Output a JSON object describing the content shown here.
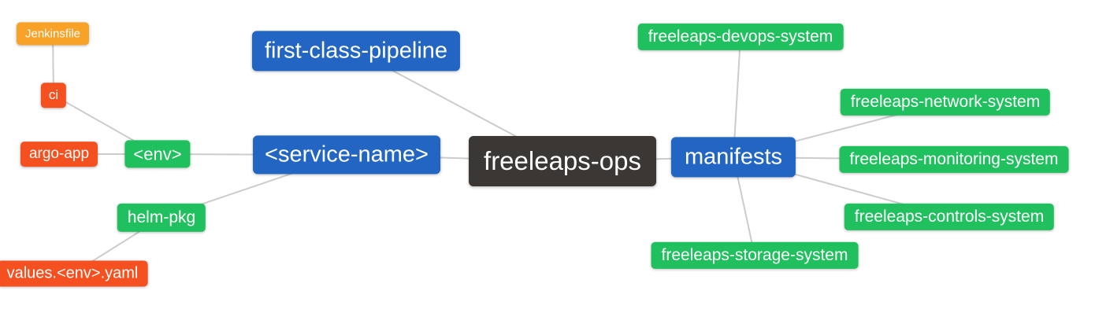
{
  "diagram": {
    "type": "mindmap",
    "root_label": "freeleaps-ops",
    "background": "#ffffff",
    "edge_color": "#cccccc",
    "palette": {
      "root": "#3a3734",
      "primary_branch": "#2365c2",
      "secondary_branch": "#21c05e",
      "leaf_orange": "#f8a327",
      "leaf_red": "#f5501f",
      "text": "#ffffff"
    },
    "nodes": [
      {
        "id": "jenkinsfile",
        "label": "Jenkinsfile",
        "color": "#f8a327"
      },
      {
        "id": "ci",
        "label": "ci",
        "color": "#f5501f"
      },
      {
        "id": "argo-app",
        "label": "argo-app",
        "color": "#f5501f"
      },
      {
        "id": "env",
        "label": "<env>",
        "color": "#21c05e"
      },
      {
        "id": "service-name",
        "label": "<service-name>",
        "color": "#2365c2"
      },
      {
        "id": "helm-pkg",
        "label": "helm-pkg",
        "color": "#21c05e"
      },
      {
        "id": "values-env-yaml",
        "label": "values.<env>.yaml",
        "color": "#f5501f"
      },
      {
        "id": "first-class-pipeline",
        "label": "first-class-pipeline",
        "color": "#2365c2"
      },
      {
        "id": "freeleaps-ops",
        "label": "freeleaps-ops",
        "color": "#3a3734"
      },
      {
        "id": "manifests",
        "label": "manifests",
        "color": "#2365c2"
      },
      {
        "id": "freeleaps-devops-system",
        "label": "freeleaps-devops-system",
        "color": "#21c05e"
      },
      {
        "id": "freeleaps-network-system",
        "label": "freeleaps-network-system",
        "color": "#21c05e"
      },
      {
        "id": "freeleaps-monitoring-system",
        "label": "freeleaps-monitoring-system",
        "color": "#21c05e"
      },
      {
        "id": "freeleaps-controls-system",
        "label": "freeleaps-controls-system",
        "color": "#21c05e"
      },
      {
        "id": "freeleaps-storage-system",
        "label": "freeleaps-storage-system",
        "color": "#21c05e"
      }
    ],
    "edges": [
      {
        "from": "jenkinsfile",
        "to": "ci"
      },
      {
        "from": "ci",
        "to": "env"
      },
      {
        "from": "argo-app",
        "to": "env"
      },
      {
        "from": "env",
        "to": "service-name"
      },
      {
        "from": "helm-pkg",
        "to": "service-name"
      },
      {
        "from": "values-env-yaml",
        "to": "helm-pkg"
      },
      {
        "from": "service-name",
        "to": "freeleaps-ops"
      },
      {
        "from": "first-class-pipeline",
        "to": "freeleaps-ops"
      },
      {
        "from": "freeleaps-ops",
        "to": "manifests"
      },
      {
        "from": "manifests",
        "to": "freeleaps-devops-system"
      },
      {
        "from": "manifests",
        "to": "freeleaps-network-system"
      },
      {
        "from": "manifests",
        "to": "freeleaps-monitoring-system"
      },
      {
        "from": "manifests",
        "to": "freeleaps-controls-system"
      },
      {
        "from": "manifests",
        "to": "freeleaps-storage-system"
      }
    ]
  }
}
